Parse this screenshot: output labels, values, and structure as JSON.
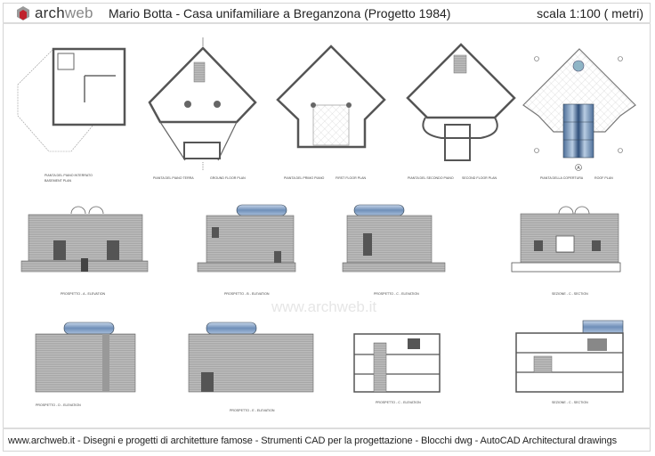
{
  "header": {
    "logo_primary": "arch",
    "logo_secondary": "web",
    "title": "Mario Botta - Casa unifamiliare a Breganzona (Progetto 1984)",
    "scale": "scala 1:100 ( metri)"
  },
  "plans": [
    {
      "label_it": "PIANTA DEL PIANO INTERRATO",
      "label_en": "BASEMENT PLAN"
    },
    {
      "label_it": "PIANTA DEL PIANO TERRA",
      "label_en": "GROUND FLOOR PLAN"
    },
    {
      "label_it": "PIANTA DEL PRIMO PIANO",
      "label_en": "FIRST FLOOR PLAN"
    },
    {
      "label_it": "PIANTA DEL SECONDO PIANO",
      "label_en": "SECOND FLOOR PLAN"
    },
    {
      "label_it": "PIANTA DELLA COPERTURA",
      "label_en": "ROOF PLAN"
    }
  ],
  "roof_marker": "A",
  "row2": [
    {
      "label": "PROSPETTO - A - ELEVATION"
    },
    {
      "label": "PROSPETTO - B - ELEVATION"
    },
    {
      "label": "PROSPETTO - C - ELEVATION"
    },
    {
      "label": "SEZIONE - C - SECTION"
    }
  ],
  "row3": [
    {
      "label": "PROSPETTO - D - ELEVATION"
    },
    {
      "label": "PROSPETTO - E - ELEVATION"
    },
    {
      "label": "PROSPETTO - C - ELEVATION"
    },
    {
      "label": "SEZIONE - C - SECTION"
    }
  ],
  "watermark": "www.archweb.it",
  "footer": {
    "text": "www.archweb.it -   Disegni e progetti di architetture famose  -  Strumenti CAD  per la progettazione  -  Blocchi dwg - AutoCAD Architectural drawings"
  },
  "colors": {
    "logo_red": "#c0222c",
    "glass_blue": "#7f9fc4",
    "wall_gray": "#6a6a6a"
  }
}
